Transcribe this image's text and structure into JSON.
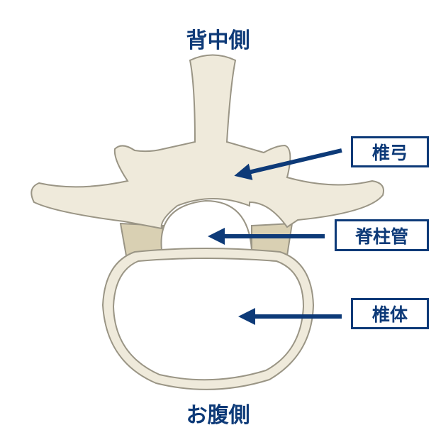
{
  "top_label": "背中側",
  "bottom_label": "お腹側",
  "labels": {
    "lamina": "椎弓",
    "spinal_canal": "脊柱管",
    "vertebral_body": "椎体"
  },
  "colors": {
    "accent": "#0d3a78",
    "bone": "#efeadb",
    "bone_outline": "#9a9585",
    "bone_shadow": "#d9d0b3"
  }
}
